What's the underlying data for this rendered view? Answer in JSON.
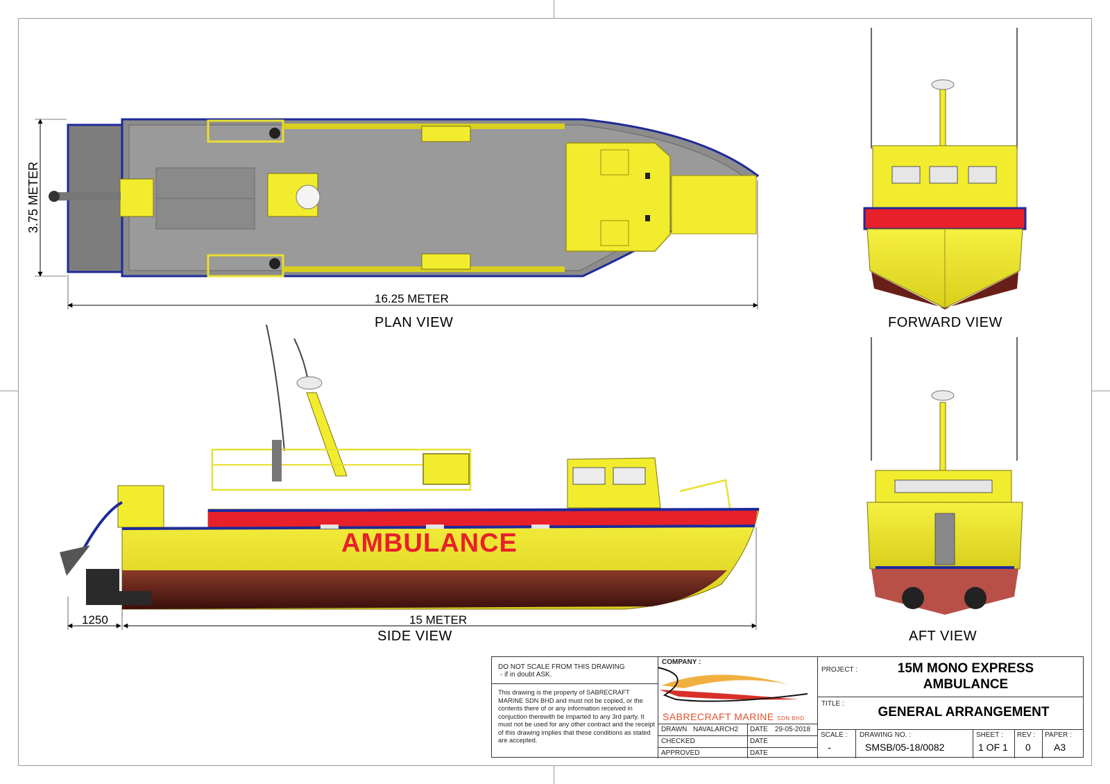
{
  "views": {
    "plan": "PLAN VIEW",
    "side": "SIDE VIEW",
    "forward": "FORWARD VIEW",
    "aft": "AFT VIEW"
  },
  "dimensions": {
    "beam": "3.75 METER",
    "plan_length": "16.25 METER",
    "side_length": "15 METER",
    "overhang": "1250"
  },
  "hull_marking": "AMBULANCE",
  "colors": {
    "hull_yellow": "#f2ec2e",
    "deck_grey": "#8c8c8c",
    "stripe_red": "#e8202a",
    "rub_blue": "#1d2a9a",
    "antifoul": "#7a2a22",
    "logo_orange": "#e24e2a"
  },
  "title_block": {
    "notice_title": "DO NOT SCALE FROM THIS DRAWING",
    "notice_sub": "- if in doubt ASK.",
    "notice_body": "This drawing is the property of SABRECRAFT MARINE SDN BHD and must not be copied, or the contents there of or any information received in conjuction therewith be imparted to any 3rd party. It must not be used for any other contract and the receipt of this drawing implies that these conditions as stated are accepted.",
    "company_label": "COMPANY :",
    "company_name": "SABRECRAFT MARINE",
    "company_suffix": "SDN BHD",
    "drawn_label": "DRAWN",
    "drawn_by": "NAVALARCH2",
    "date_label": "DATE",
    "date_value": "29-05-2018",
    "checked_label": "CHECKED",
    "approved_label": "APPROVED",
    "project_label": "PROJECT :",
    "project_value": "15M MONO EXPRESS AMBULANCE",
    "title_label": "TITLE :",
    "title_value": "GENERAL ARRANGEMENT",
    "scale_label": "SCALE :",
    "scale_value": "-",
    "drawing_no_label": "DRAWING NO. :",
    "drawing_no_value": "SMSB/05-18/0082",
    "sheet_label": "SHEET :",
    "sheet_value": "1 OF 1",
    "rev_label": "REV :",
    "rev_value": "0",
    "paper_label": "PAPER :",
    "paper_value": "A3"
  }
}
